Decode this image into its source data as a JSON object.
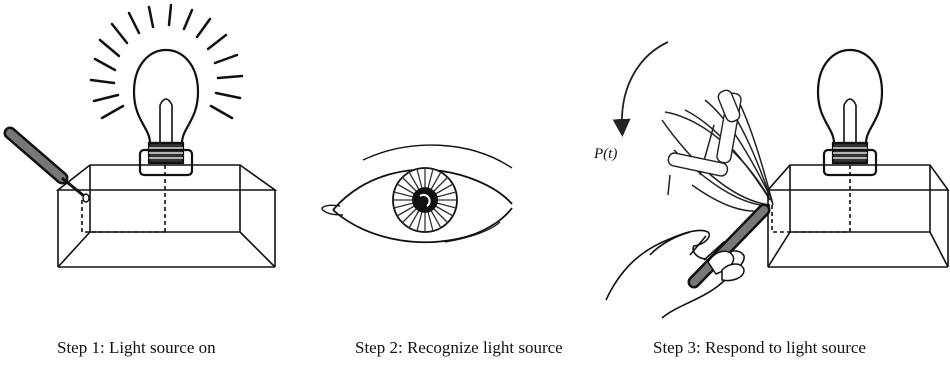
{
  "steps": [
    {
      "caption": "Step 1: Light source on"
    },
    {
      "caption": "Step 2: Recognize light source"
    },
    {
      "caption": "Step 3: Respond to light source"
    }
  ],
  "trajectory_label": "P(t)"
}
